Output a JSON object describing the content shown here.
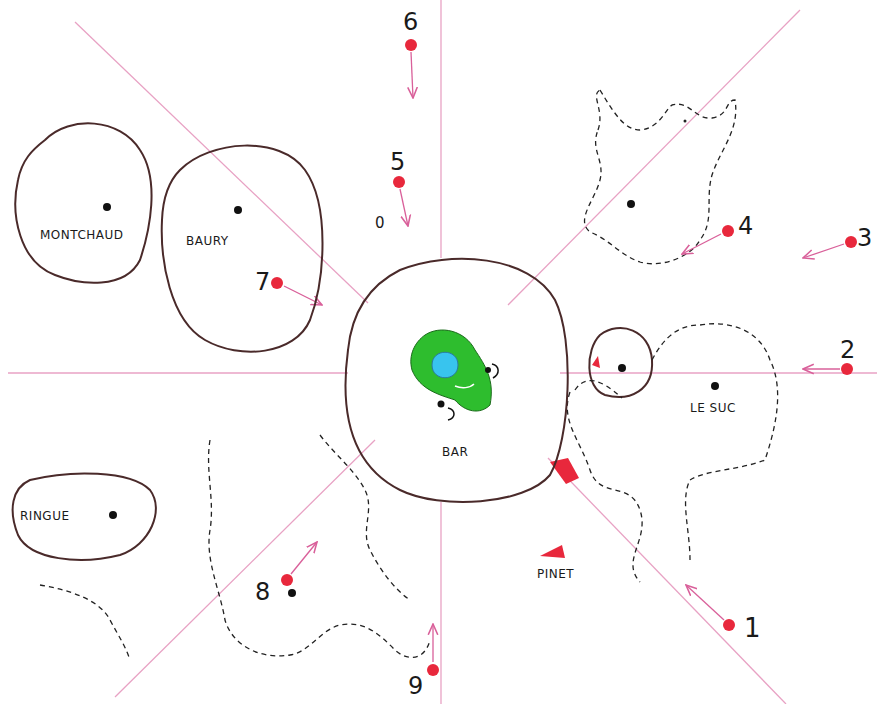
{
  "diagram": {
    "nodes": [
      {
        "text": [
          "MONTCHAUD"
        ]
      },
      {
        "text": [
          "BAURY"
        ]
      },
      {
        "text": [
          "LE SUC"
        ]
      },
      {
        "text": [
          "BAR"
        ]
      },
      {
        "text": [
          "RINGUE"
        ]
      },
      {
        "text": [
          "PINET"
        ]
      }
    ],
    "labels": [
      "6",
      "5",
      "0",
      "4",
      "3",
      "7",
      "2",
      "8",
      "1",
      "9"
    ]
  }
}
